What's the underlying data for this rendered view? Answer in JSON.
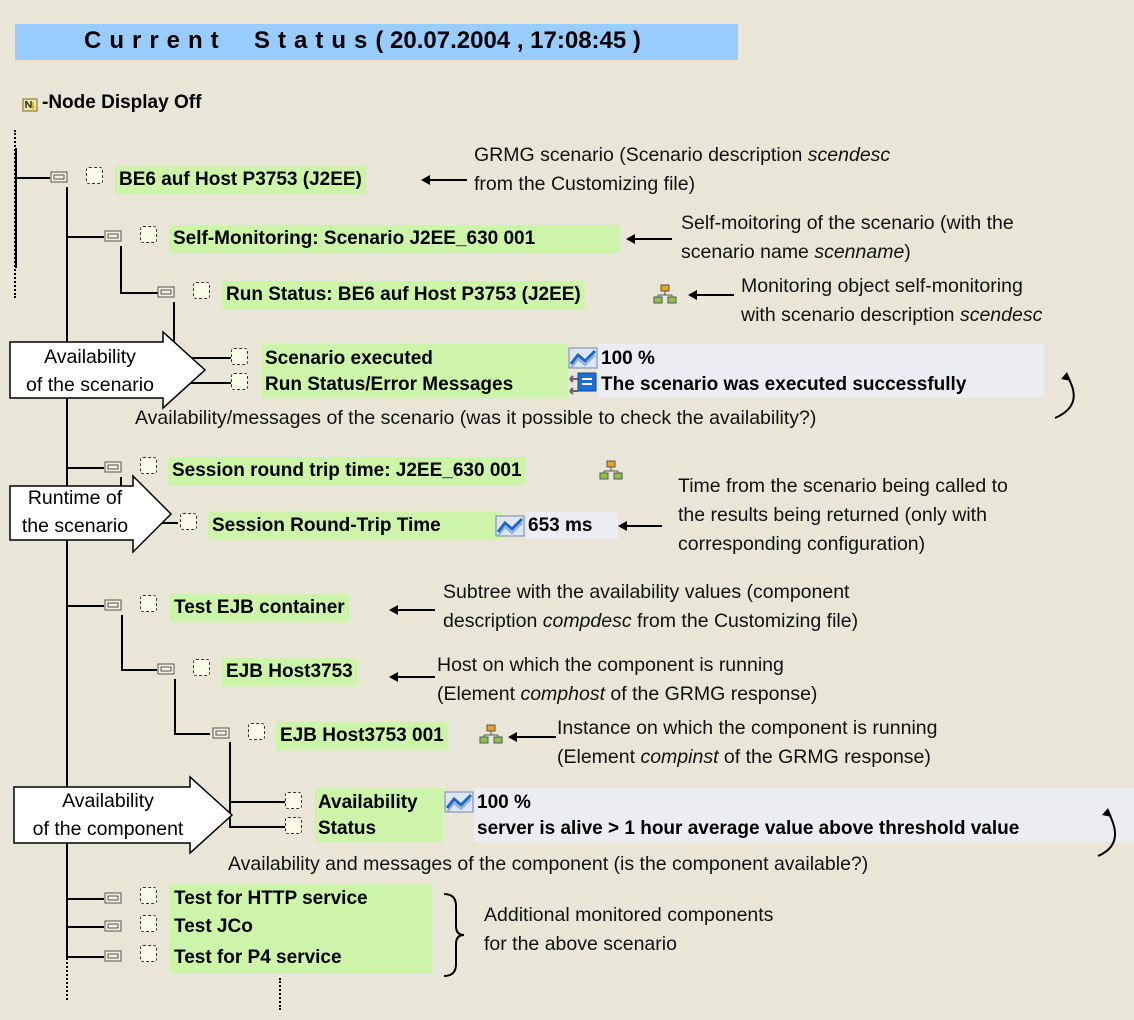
{
  "header": {
    "title_word1": "Current",
    "title_word2": "Status",
    "title_datetime": "( 20.07.2004 , 17:08:45 )"
  },
  "node_display_toggle": {
    "icon": "node-display-toggle-icon",
    "label": "-Node Display Off"
  },
  "tree": {
    "scenario": {
      "label": "BE6 auf Host P3753 (J2EE)",
      "annotation_line1": "GRMG scenario (Scenario description ",
      "annotation_line1_italic": "scendesc",
      "annotation_line2": " from the Customizing file)"
    },
    "self_monitoring": {
      "label": "Self-Monitoring: Scenario J2EE_630 001",
      "annotation_line1": "Self-moitoring of the scenario (with the",
      "annotation_line2_prefix": "scenario name ",
      "annotation_line2_italic": "scenname",
      "annotation_line2_suffix": ")"
    },
    "run_status": {
      "label": "Run Status: BE6 auf Host P3753 (J2EE)",
      "icon": "network-node-icon",
      "annotation_line1": "Monitoring object self-monitoring",
      "annotation_line2_prefix": "with scenario description ",
      "annotation_line2_italic": "scendesc"
    },
    "scenario_executed": {
      "label": "Scenario executed",
      "icon": "performance-graph-icon",
      "value": "100 %"
    },
    "run_status_messages": {
      "label": "Run Status/Error Messages",
      "icon": "message-log-icon",
      "value": "The scenario was executed successfully"
    },
    "scenario_availability_note": "Availability/messages of the scenario (was it possible to check the availability?)",
    "session_rtt_folder": {
      "label": "Session round trip time: J2EE_630 001",
      "icon": "network-node-icon"
    },
    "session_rtt": {
      "label": "Session Round-Trip Time",
      "icon": "performance-graph-icon",
      "value": "653 ms",
      "annotation_line1": "Time from the scenario being called to",
      "annotation_line2": "the results being returned (only with",
      "annotation_line3": "corresponding configuration)"
    },
    "test_ejb": {
      "label": "Test EJB container",
      "annotation_line1": "Subtree with the availability values (component",
      "annotation_line2_prefix": "description ",
      "annotation_line2_italic": "compdesc",
      "annotation_line2_suffix": " from the Customizing file)"
    },
    "ejb_host": {
      "label": "EJB Host3753",
      "annotation_line1": "Host on which the component is running",
      "annotation_line2_prefix": "(Element ",
      "annotation_line2_italic": "comphost",
      "annotation_line2_suffix": " of the GRMG response)"
    },
    "ejb_instance": {
      "label": "EJB Host3753 001",
      "icon": "network-node-icon",
      "annotation_line1": "Instance on which the component is running",
      "annotation_line2_prefix": "(Element ",
      "annotation_line2_italic": "compinst",
      "annotation_line2_suffix": " of the GRMG response)"
    },
    "component_availability": {
      "label": "Availability",
      "icon": "performance-graph-icon",
      "value": "100 %"
    },
    "component_status": {
      "label": "Status",
      "value": "server is alive > 1 hour average value above threshold value"
    },
    "component_availability_note": "Availability and messages of the component (is the component available?)",
    "additional_components": [
      {
        "label": "Test for HTTP service"
      },
      {
        "label": "Test JCo"
      },
      {
        "label": "Test for P4 service"
      }
    ],
    "additional_note_line1": "Additional monitored components",
    "additional_note_line2": "for the above scenario"
  },
  "callouts": {
    "availability_scenario": {
      "line1": "Availability",
      "line2": "of the scenario"
    },
    "runtime_scenario": {
      "line1": "Runtime of",
      "line2": "the scenario"
    },
    "availability_component": {
      "line1": "Availability",
      "line2": "of the component"
    }
  },
  "colors": {
    "background": "#e9e6d7",
    "title_bar": "#99ccff",
    "node_highlight": "#ccf5aa",
    "value_highlight": "#ecedf2"
  }
}
